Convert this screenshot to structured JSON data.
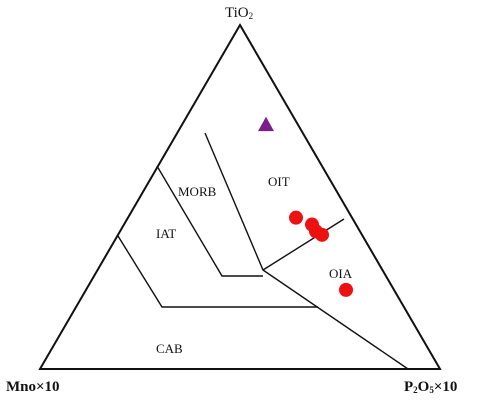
{
  "chart_data": {
    "type": "scatter",
    "subtype": "ternary",
    "apices": {
      "top": {
        "name": "TiO",
        "sub": "2",
        "suffix": ""
      },
      "left": {
        "name": "Mno",
        "sub": "",
        "suffix": "×10"
      },
      "right": {
        "name": "P",
        "sub": "2",
        "name2": "O",
        "sub2": "5",
        "suffix": "×10"
      }
    },
    "fields": [
      "OIT",
      "MORB",
      "IAT",
      "OIA",
      "CAB"
    ],
    "series": [
      {
        "marker": "triangle",
        "color": "#7a1f8a",
        "points": [
          {
            "top": 0.71,
            "left": 0.08,
            "right": 0.21
          }
        ]
      },
      {
        "marker": "circle",
        "color": "#ee1111",
        "points": [
          {
            "top": 0.44,
            "left": 0.14,
            "right": 0.42
          },
          {
            "top": 0.42,
            "left": 0.11,
            "right": 0.47
          },
          {
            "top": 0.4,
            "left": 0.11,
            "right": 0.49
          },
          {
            "top": 0.39,
            "left": 0.1,
            "right": 0.51
          },
          {
            "top": 0.23,
            "left": 0.12,
            "right": 0.65
          }
        ]
      }
    ],
    "grid": false,
    "legend": "none"
  }
}
